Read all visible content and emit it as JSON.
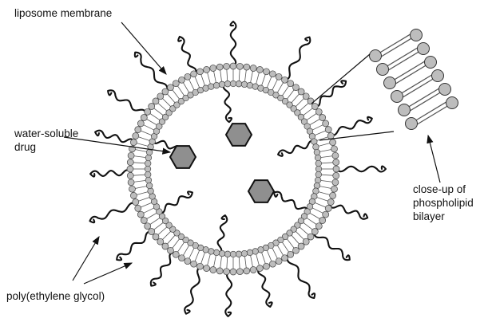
{
  "labels": {
    "membrane": "liposome membrane",
    "drug": [
      "water-soluble",
      "drug"
    ],
    "closeup": [
      "close-up of",
      "phospholipid",
      "bilayer"
    ],
    "peg": "poly(ethylene glycol)"
  },
  "colors": {
    "lipid_head": "#bdbdbd",
    "drug_fill": "#8f8f8f",
    "stroke": "#111111",
    "background": "#ffffff"
  },
  "icons": {
    "drug": "hexagon",
    "peg": "wavy-chain",
    "lipid": "sphere-with-two-tails"
  }
}
